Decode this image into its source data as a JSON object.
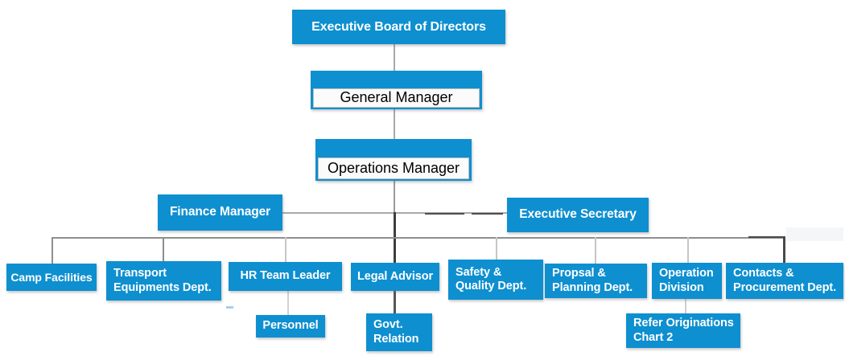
{
  "page": {
    "background": "#ffffff"
  },
  "colors": {
    "box_blue": "#0e8fd0",
    "box_text": "#ffffff",
    "inner_strip_bg": "#fbfbfb",
    "inner_strip_border": "#bfbfbf",
    "inner_strip_text": "#000000",
    "line_light": "#a9a9a9",
    "line_mid": "#8e8e8e",
    "line_dark": "#3f3f3f"
  },
  "nodes": {
    "exec_board": {
      "label": "Executive Board of Directors"
    },
    "general_manager": {
      "label": "General Manager"
    },
    "operations_manager": {
      "label": "Operations Manager"
    },
    "finance_manager": {
      "label": "Finance Manager"
    },
    "executive_secretary": {
      "label": "Executive Secretary"
    },
    "camp_facilities": {
      "label": "Camp Facilities"
    },
    "transport_equipments": {
      "label": "Transport\nEquipments Dept."
    },
    "hr_team_leader": {
      "label": "HR Team Leader"
    },
    "legal_advisor": {
      "label": "Legal Advisor"
    },
    "safety_quality": {
      "label": "Safety &\nQuality Dept."
    },
    "propsal_planning": {
      "label": "Propsal &\nPlanning Dept."
    },
    "operation_division": {
      "label": "Operation\nDivision"
    },
    "contacts_procurement": {
      "label": "Contacts &\nProcurement Dept."
    },
    "personnel": {
      "label": "Personnel"
    },
    "govt_relation": {
      "label": "Govt.\nRelation"
    },
    "refer_originations": {
      "label": "Refer Originations\nChart 2"
    }
  },
  "hierarchy": [
    {
      "from": "exec_board",
      "to": "general_manager"
    },
    {
      "from": "general_manager",
      "to": "operations_manager"
    },
    {
      "from": "operations_manager",
      "to": "finance_manager"
    },
    {
      "from": "operations_manager",
      "to": "executive_secretary"
    },
    {
      "from": "operations_manager",
      "to": "camp_facilities"
    },
    {
      "from": "operations_manager",
      "to": "transport_equipments"
    },
    {
      "from": "operations_manager",
      "to": "hr_team_leader"
    },
    {
      "from": "operations_manager",
      "to": "legal_advisor"
    },
    {
      "from": "operations_manager",
      "to": "safety_quality"
    },
    {
      "from": "operations_manager",
      "to": "propsal_planning"
    },
    {
      "from": "operations_manager",
      "to": "operation_division"
    },
    {
      "from": "operations_manager",
      "to": "contacts_procurement"
    },
    {
      "from": "hr_team_leader",
      "to": "personnel"
    },
    {
      "from": "legal_advisor",
      "to": "govt_relation"
    },
    {
      "from": "operation_division",
      "to": "refer_originations"
    }
  ]
}
